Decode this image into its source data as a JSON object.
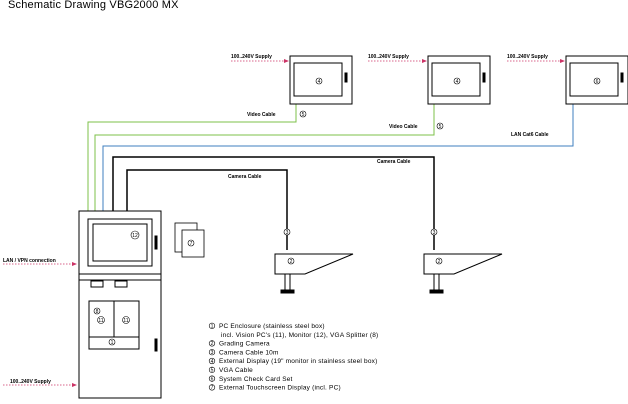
{
  "title": "Schematic Drawing VBG2000 MX",
  "labels": {
    "supply_1": "100..240V Supply",
    "supply_2": "100..240V Supply",
    "supply_3": "100..240V Supply",
    "video_cable_1": "Video Cable",
    "video_cable_2": "Video Cable",
    "lan_cable": "LAN Cat6 Cable",
    "camera_cable_1": "Camera Cable",
    "camera_cable_2": "Camera Cable",
    "lan_vpn": "LAN / VPN connection",
    "supply_main": "100..240V Supply"
  },
  "markers": {
    "monitor_1": "4",
    "monitor_2": "4",
    "monitor_3": "6",
    "video_cable_1": "5",
    "video_cable_2": "5",
    "camera_cable_1": "3",
    "camera_cable_2": "3",
    "camera_1": "2",
    "camera_2": "2",
    "check_card": "7",
    "enclosure_monitor": "12",
    "enclosure_vga": "8",
    "enclosure_pc_1": "11",
    "enclosure_pc_2": "11",
    "enclosure_base": "1"
  },
  "legend": [
    {
      "marker": "1",
      "text": "PC Enclosure (stainless steel box)"
    },
    {
      "marker": "",
      "text": "incl. Vision PC's (11), Monitor (12), VGA Splitter (8)"
    },
    {
      "marker": "2",
      "text": "Grading Camera"
    },
    {
      "marker": "3",
      "text": "Camera Cable 10m"
    },
    {
      "marker": "4",
      "text": "External Display (19\" monitor in stainless steel box)"
    },
    {
      "marker": "5",
      "text": "VGA Cable"
    },
    {
      "marker": "6",
      "text": "System Check Card Set"
    },
    {
      "marker": "7",
      "text": "External Touchscreen Display (incl. PC)"
    }
  ],
  "colors": {
    "video_cable": "#7cc04a",
    "lan_cable": "#3f7fbf",
    "supply_arrow": "#cc3366",
    "camera_cable": "#000000"
  }
}
